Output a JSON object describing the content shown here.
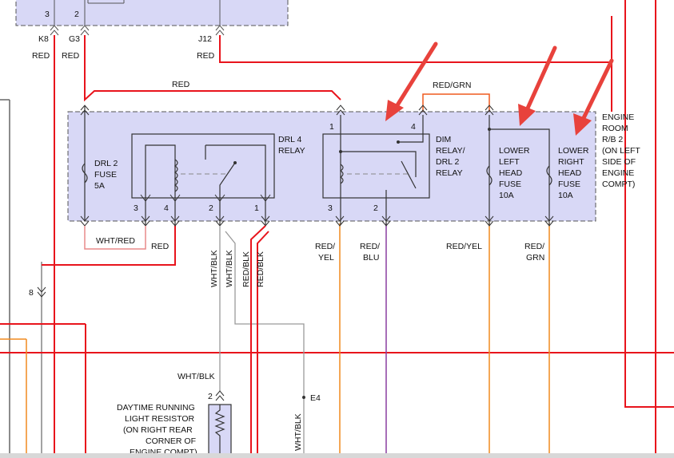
{
  "colors": {
    "red": "#e8141c",
    "red_orange": "#ef5a1e",
    "orange": "#f08a1e",
    "gray": "#9a9a9a",
    "dark_gray": "#555555",
    "box_fill": "#d8d8f6",
    "box_border": "#555555",
    "pink": "#e88a8a",
    "arrow": "#e8423c",
    "purple": "#8a3fa0"
  },
  "top_connector": {
    "pins": [
      "3",
      "2"
    ],
    "labels": [
      "K8",
      "G3",
      "J12"
    ],
    "wires": [
      "RED",
      "RED",
      "RED"
    ]
  },
  "wire_labels": {
    "red_top": "RED",
    "red_grn_top": "RED/GRN",
    "wht_red": "WHT/RED",
    "red_lower": "RED",
    "wht_blk_1": "WHT/BLK",
    "wht_blk_2": "WHT/BLK",
    "red_blk_1": "RED/BLK",
    "red_blk_2": "RED/BLK",
    "red_yel_a": "RED/",
    "red_yel_b": "YEL",
    "red_blu_a": "RED/",
    "red_blu_b": "BLU",
    "red_yel_c": "RED/YEL",
    "red_grn_a": "RED/",
    "red_grn_b": "GRN",
    "wht_blk_3": "WHT/BLK",
    "wht_blk_4": "WHT/BLK"
  },
  "relay_box": {
    "drl2_fuse": [
      "DRL 2",
      "FUSE",
      "5A"
    ],
    "drl4_relay": [
      "DRL 4",
      "RELAY"
    ],
    "dim_relay": [
      "DIM",
      "RELAY/",
      "DRL 2",
      "RELAY"
    ],
    "lower_left_fuse": [
      "LOWER",
      "LEFT",
      "HEAD",
      "FUSE",
      "10A"
    ],
    "lower_right_fuse": [
      "LOWER",
      "RIGHT",
      "HEAD",
      "FUSE",
      "10A"
    ],
    "engine_room": [
      "ENGINE",
      "ROOM",
      "R/B 2",
      "(ON LEFT",
      "SIDE OF",
      "ENGINE",
      "COMPT)"
    ],
    "pins_left": [
      "3",
      "4",
      "2",
      "1"
    ],
    "pins_right_bottom": [
      "3",
      "2"
    ],
    "pins_right_top": [
      "1",
      "4"
    ]
  },
  "connector_8": "8",
  "e4": "E4",
  "resistor": {
    "pin": "2",
    "lines": [
      "DAYTIME RUNNING",
      "LIGHT RESISTOR",
      "(ON RIGHT REAR",
      "CORNER OF",
      "ENGINE COMPT)"
    ]
  }
}
